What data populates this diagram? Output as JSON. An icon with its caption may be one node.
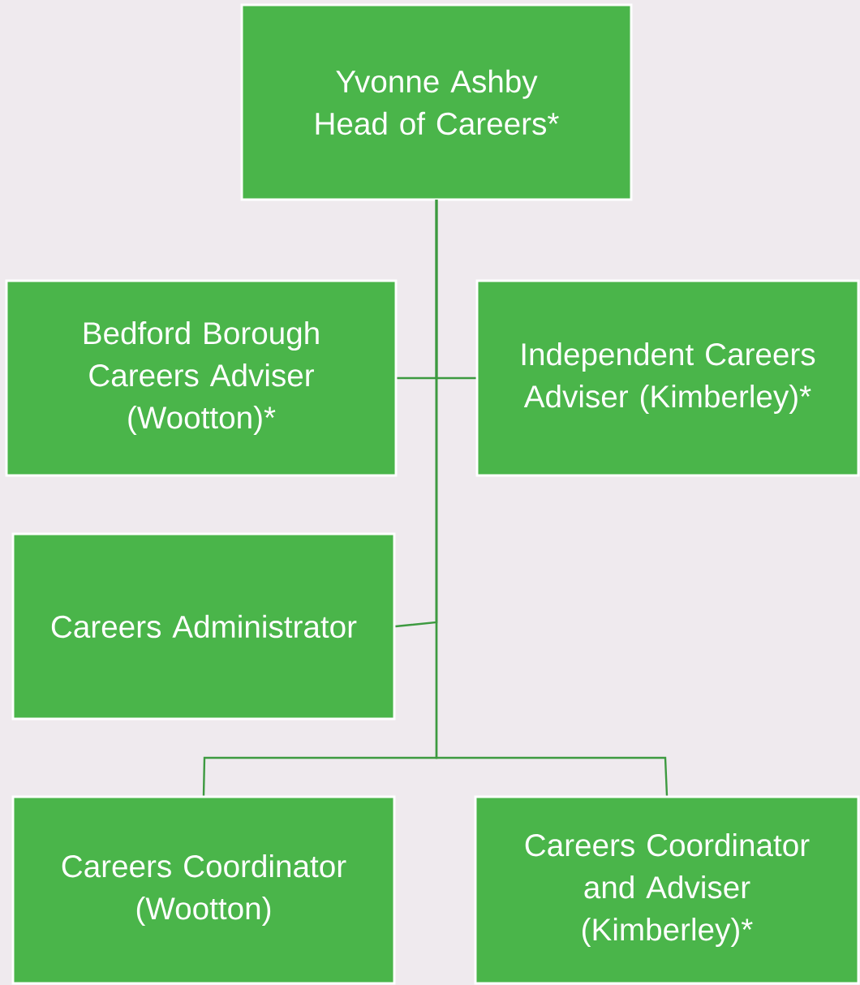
{
  "diagram": {
    "nodes": [
      {
        "text": [
          "Yvonne Ashby",
          "Head of Careers*"
        ]
      },
      {
        "text": [
          "Bedford Borough Careers Adviser (Wootton)*"
        ]
      },
      {
        "text": [
          "Independent Careers Adviser (Kimberley)*"
        ]
      },
      {
        "text": [
          "Careers Administrator"
        ]
      },
      {
        "text": [
          "Careers Coordinator (Wootton)"
        ]
      },
      {
        "text": [
          "Careers Coordinator and Adviser (Kimberley)*"
        ]
      }
    ],
    "edges": [
      {
        "from": 0,
        "to": 1,
        "arrow": "none"
      },
      {
        "from": 0,
        "to": 2,
        "arrow": "none"
      },
      {
        "from": 0,
        "to": 3,
        "arrow": "none"
      },
      {
        "from": 0,
        "to": 4,
        "arrow": "none"
      },
      {
        "from": 0,
        "to": 5,
        "arrow": "none"
      }
    ]
  }
}
